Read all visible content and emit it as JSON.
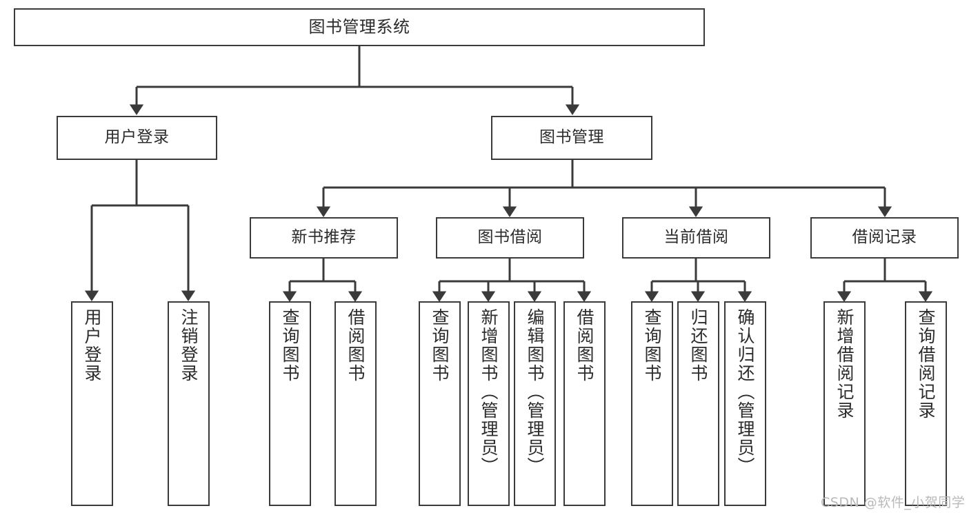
{
  "diagram": {
    "title": "图书管理系统",
    "type": "tree-hierarchy-diagram",
    "nodes": {
      "root": {
        "label": "图书管理系统"
      },
      "level1": [
        {
          "id": "user-login",
          "label": "用户登录"
        },
        {
          "id": "book-management",
          "label": "图书管理"
        }
      ],
      "level2": [
        {
          "id": "new-book-recommend",
          "label": "新书推荐"
        },
        {
          "id": "book-borrow",
          "label": "图书借阅"
        },
        {
          "id": "current-borrow",
          "label": "当前借阅"
        },
        {
          "id": "borrow-record",
          "label": "借阅记录"
        }
      ],
      "leaves": {
        "user-login": [
          {
            "id": "leaf-user-login",
            "label": "用户登录"
          },
          {
            "id": "leaf-logout-login",
            "label": "注销登录"
          }
        ],
        "new-book-recommend": [
          {
            "id": "leaf-query-book-1",
            "label": "查询图书"
          },
          {
            "id": "leaf-borrow-book-1",
            "label": "借阅图书"
          }
        ],
        "book-borrow": [
          {
            "id": "leaf-query-book-2",
            "label": "查询图书"
          },
          {
            "id": "leaf-add-book-admin",
            "label": "新增图书（管理员）"
          },
          {
            "id": "leaf-edit-book-admin",
            "label": "编辑图书（管理员）"
          },
          {
            "id": "leaf-borrow-book-2",
            "label": "借阅图书"
          }
        ],
        "current-borrow": [
          {
            "id": "leaf-query-book-3",
            "label": "查询图书"
          },
          {
            "id": "leaf-return-book",
            "label": "归还图书"
          },
          {
            "id": "leaf-confirm-return-admin",
            "label": "确认归还（管理员）"
          }
        ],
        "borrow-record": [
          {
            "id": "leaf-add-borrow-record",
            "label": "新增借阅记录"
          },
          {
            "id": "leaf-query-borrow-record",
            "label": "查询借阅记录"
          }
        ]
      }
    },
    "watermark": "CSDN @软件_小贺同学",
    "colors": {
      "border": "#3a3a3a",
      "text": "#2b2b2b",
      "background": "#ffffff",
      "watermark": "#b9b9b9"
    }
  }
}
